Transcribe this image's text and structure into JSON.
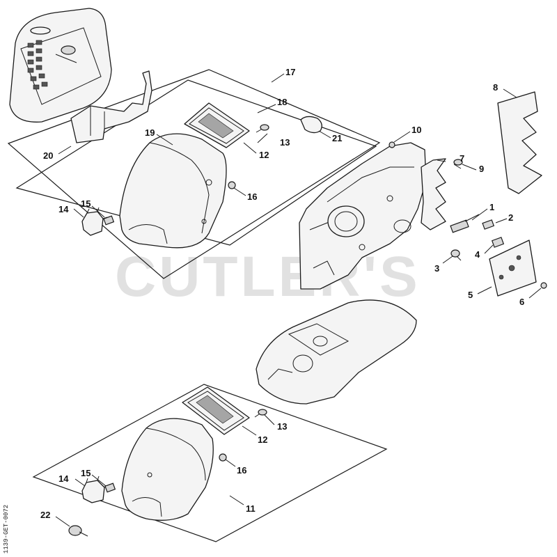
{
  "watermark": "CUTLER'S",
  "document_ref": "1139-GET-0072",
  "callouts": {
    "c1": "1",
    "c2": "2",
    "c3": "3",
    "c4": "4",
    "c5": "5",
    "c6": "6",
    "c7": "7",
    "c8": "8",
    "c9": "9",
    "c10": "10",
    "c11": "11",
    "c12a": "12",
    "c12b": "12",
    "c13a": "13",
    "c13b": "13",
    "c14a": "14",
    "c14b": "14",
    "c15a": "15",
    "c15b": "15",
    "c16a": "16",
    "c16b": "16",
    "c17": "17",
    "c18": "18",
    "c19": "19",
    "c20": "20",
    "c21": "21",
    "c22": "22"
  }
}
